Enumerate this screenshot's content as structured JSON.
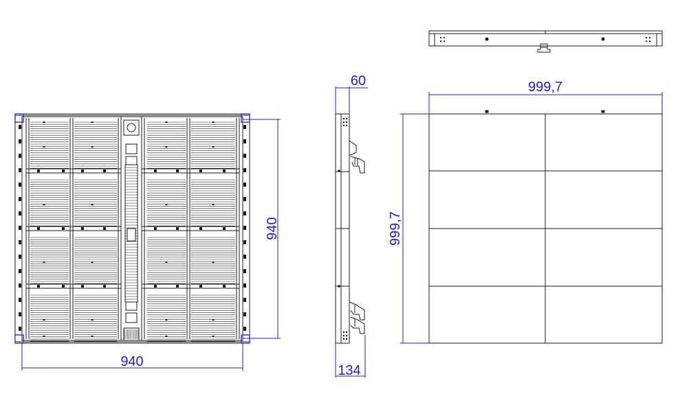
{
  "colors": {
    "line": "#1a1a1a",
    "dimension": "#1f1fd6",
    "corner": "#3b3bd0",
    "background": "#ffffff"
  },
  "dimensions": {
    "front_width": "940",
    "front_height": "940",
    "side_top": "60",
    "side_bottom": "134",
    "rear_width": "999,7",
    "rear_height": "999,7"
  }
}
